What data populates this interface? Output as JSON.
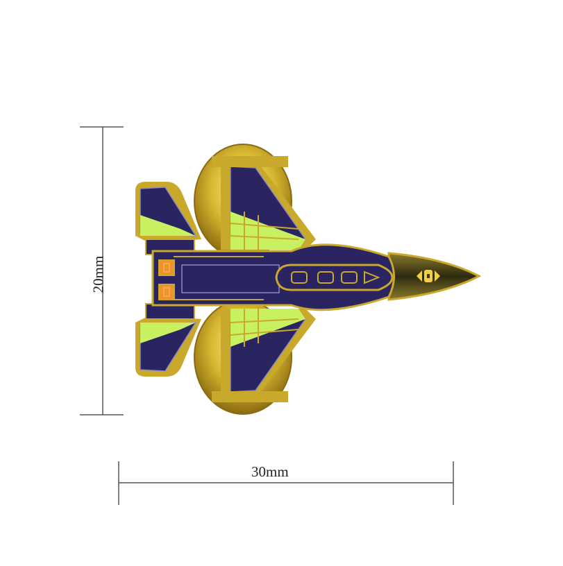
{
  "image": {
    "subject": "fighter-jet enamel lapel pin",
    "background_color": "#ffffff"
  },
  "dimensions": {
    "height_label": "20mm",
    "width_label": "30mm",
    "line_color": "#555555"
  },
  "pin": {
    "colors": {
      "gold_metal": "#c9a92c",
      "gold_highlight": "#f2e27a",
      "navy_enamel": "#2a2560",
      "lime_enamel": "#c8f060",
      "orange_enamel": "#f0922c",
      "nose_dark": "#3a3416"
    },
    "backing_clutches": 2
  }
}
